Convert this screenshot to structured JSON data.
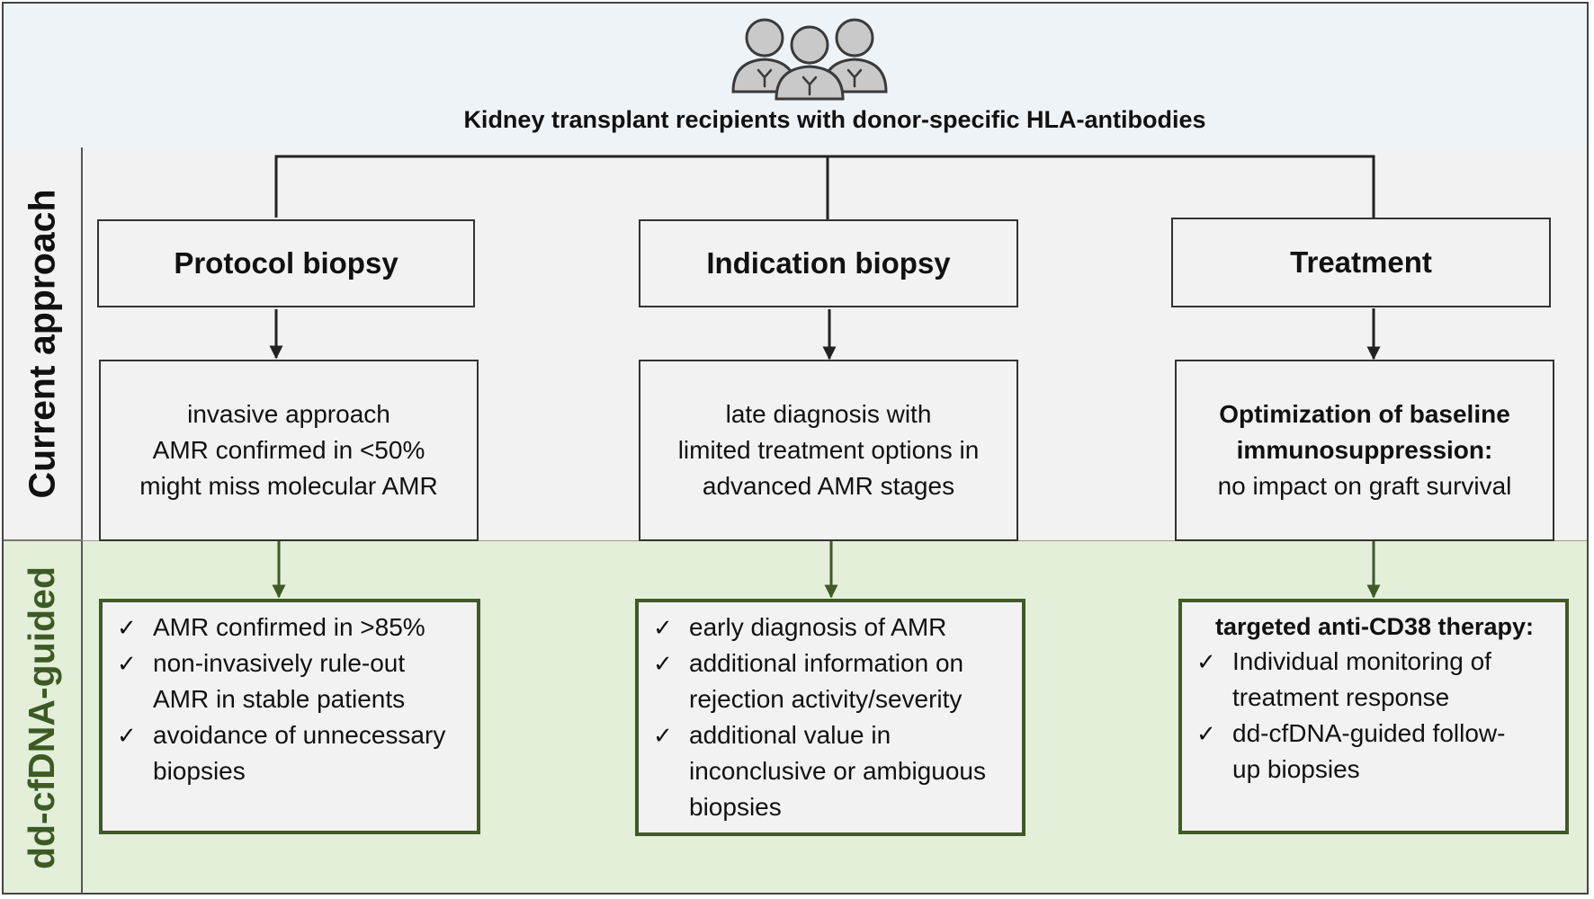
{
  "header": {
    "title": "Kidney transplant recipients with donor-specific HLA-antibodies",
    "icon": "patient-group-icon"
  },
  "row_labels": {
    "current": "Current approach",
    "ddcfdna": "dd-cfDNA-guided"
  },
  "columns": [
    {
      "heading": "Protocol biopsy",
      "current_lines": [
        "invasive approach",
        "AMR confirmed in <50%",
        "might miss molecular AMR"
      ],
      "guided_title": "",
      "guided_items": [
        [
          "AMR confirmed in >85%"
        ],
        [
          "non-invasively rule-out",
          "AMR in stable patients"
        ],
        [
          "avoidance of unnecessary",
          "biopsies"
        ]
      ]
    },
    {
      "heading": "Indication biopsy",
      "current_lines": [
        "late diagnosis with",
        "limited treatment options in",
        "advanced AMR stages"
      ],
      "guided_title": "",
      "guided_items": [
        [
          "early diagnosis of AMR"
        ],
        [
          "additional information on",
          "rejection activity/severity"
        ],
        [
          "additional value in",
          "inconclusive or ambiguous",
          "biopsies"
        ]
      ]
    },
    {
      "heading": "Treatment",
      "current_bold_lines": [
        "Optimization of baseline",
        "immunosuppression:"
      ],
      "current_lines": [
        "no impact on graft survival"
      ],
      "guided_title": "targeted anti-CD38 therapy:",
      "guided_items": [
        [
          "Individual monitoring of",
          "treatment response"
        ],
        [
          "dd-cfDNA-guided follow-",
          "up biopsies"
        ]
      ]
    }
  ],
  "check_symbol": "✓",
  "colors": {
    "green_border": "#3f5a27",
    "green_band": "#e3efd9",
    "top_band": "#eef3f8",
    "box_border": "#333333"
  }
}
